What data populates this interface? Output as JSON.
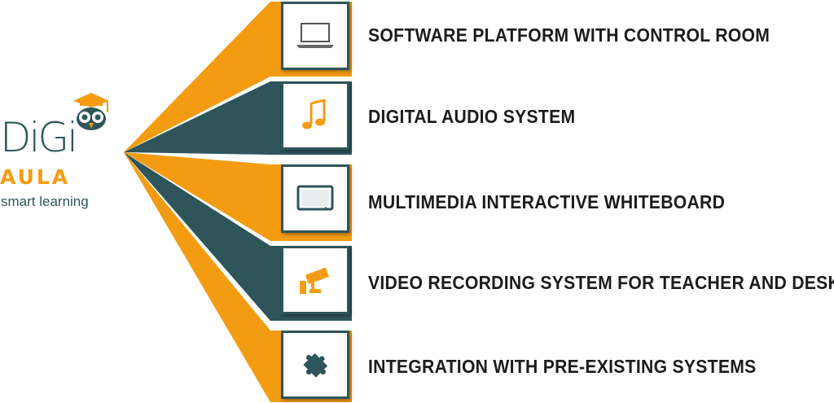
{
  "logo": {
    "line1": "DiGi",
    "line2": "AULA",
    "tagline": "smart learning",
    "icon": "owl-graduate-icon"
  },
  "colors": {
    "orange": "#f39c12",
    "teal": "#2e5559",
    "text": "#1c1c1c"
  },
  "items": [
    {
      "label": "SOFTWARE PLATFORM WITH CONTROL ROOM",
      "icon": "laptop-icon",
      "color": "orange"
    },
    {
      "label": "DIGITAL AUDIO SYSTEM",
      "icon": "music-note-icon",
      "color": "teal"
    },
    {
      "label": "MULTIMEDIA INTERACTIVE WHITEBOARD",
      "icon": "monitor-icon",
      "color": "orange"
    },
    {
      "label": "VIDEO RECORDING SYSTEM FOR TEACHER AND DESK",
      "icon": "security-camera-icon",
      "color": "teal"
    },
    {
      "label": "INTEGRATION WITH PRE-EXISTING SYSTEMS",
      "icon": "puzzle-piece-icon",
      "color": "orange"
    }
  ]
}
